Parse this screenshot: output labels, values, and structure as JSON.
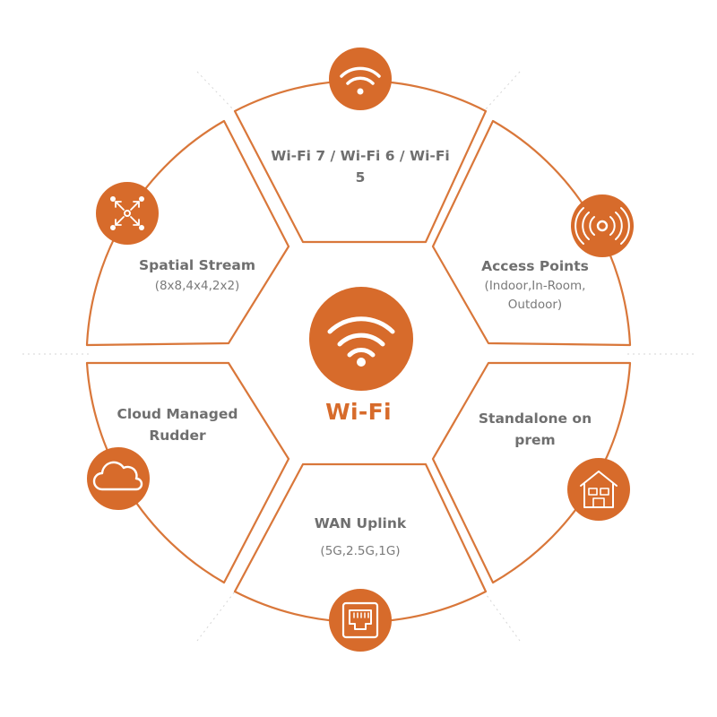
{
  "center": {
    "label": "Wi-Fi",
    "icon": "wifi-icon"
  },
  "colors": {
    "accent": "#d76b2b",
    "outline": "#d9773a",
    "text": "#6f6f6f"
  },
  "segments": [
    {
      "id": "wifi-standards",
      "title": "Wi-Fi 7 / Wi-Fi 6 / Wi-Fi 5",
      "icon": "wifi-icon"
    },
    {
      "id": "access-points",
      "title": "Access Points",
      "subtitle_lines": [
        "(Indoor,In-Room,",
        "Outdoor)"
      ],
      "icon": "signal-broadcast-icon"
    },
    {
      "id": "standalone",
      "title": "Standalone on prem",
      "icon": "building-icon"
    },
    {
      "id": "wan-uplink",
      "title": "WAN Uplink",
      "subtitle": "(5G,2.5G,1G)",
      "icon": "ethernet-port-icon"
    },
    {
      "id": "cloud-managed",
      "title": "Cloud Managed Rudder",
      "icon": "cloud-icon"
    },
    {
      "id": "spatial-stream",
      "title": "Spatial Stream",
      "subtitle": "(8x8,4x4,2x2)",
      "icon": "expand-arrows-icon"
    }
  ]
}
